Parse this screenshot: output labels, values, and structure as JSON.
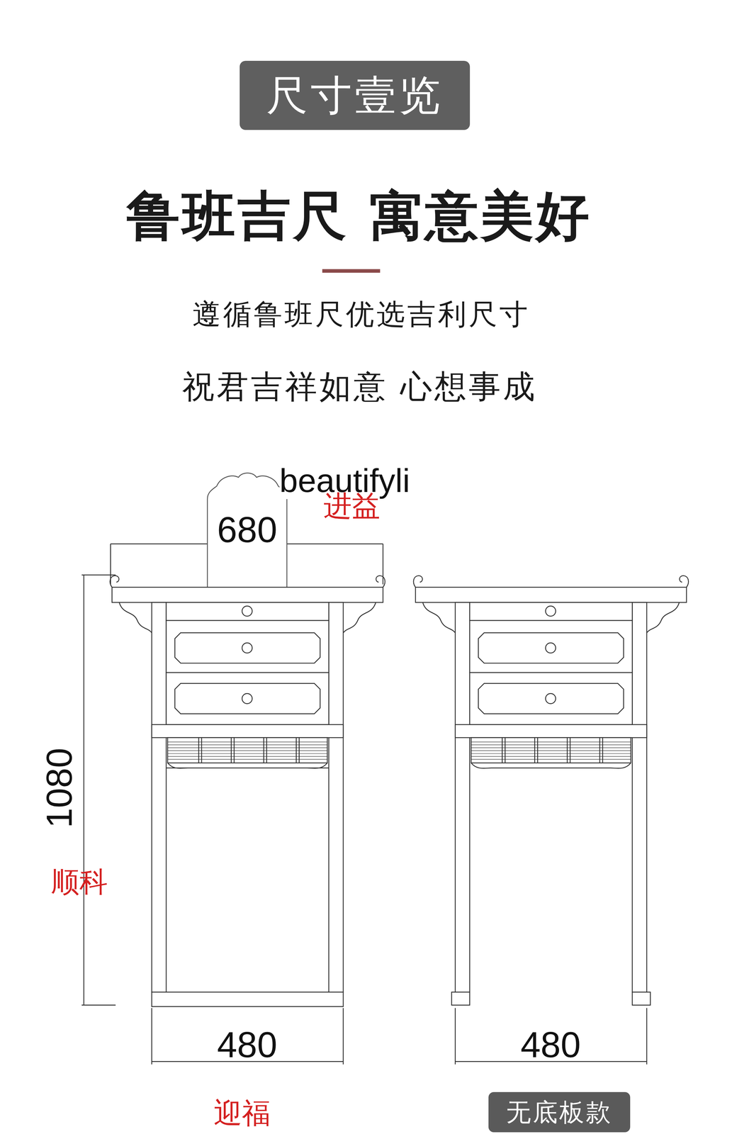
{
  "diagram": {
    "title": "尺寸壹览",
    "nodes": [
      {
        "text": [
          "无底板款"
        ]
      }
    ],
    "labels": [
      "鲁班吉尺 寓意美好",
      "遵循鲁班尺优选吉利尺寸",
      "祝君吉祥如意 心想事成",
      "beautifyli",
      "680",
      "进益",
      "1080",
      "顺科",
      "480",
      "迎福",
      "480"
    ]
  }
}
